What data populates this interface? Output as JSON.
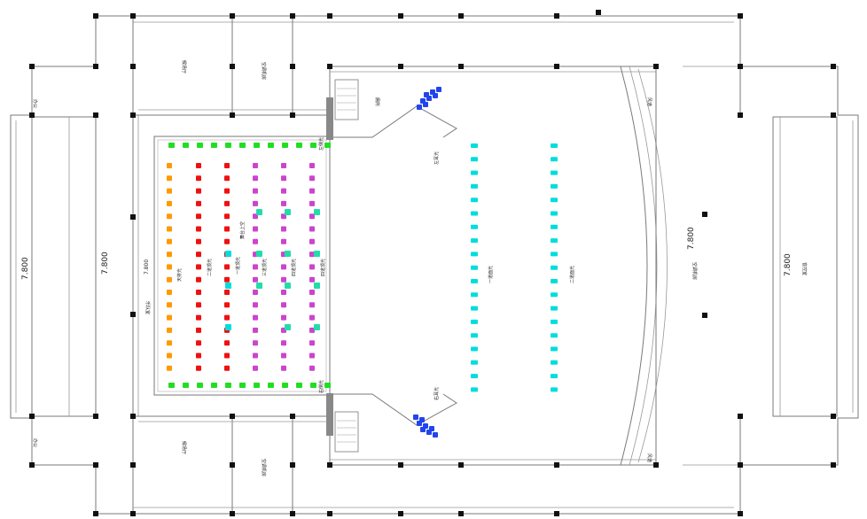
{
  "plan": {
    "labels": {
      "left_stage_light": "左侧光",
      "right_stage_light": "右侧光",
      "top_light": "天排光",
      "second_top_light": "二道顶光",
      "first_top_light": "一道顶光",
      "third_top_light": "三道顶光",
      "fourth_top_light": "四道顶光",
      "stage_top": "舞台上空",
      "left_ear_light": "左耳光",
      "right_ear_light": "右耳光",
      "first_face_light": "一道面光",
      "second_face_light": "二道面光",
      "hall_top": "候场厅",
      "hall_bottom": "候场厅",
      "ac_room_top": "空调机房",
      "ac_room_bottom": "空调机房",
      "ac_room_right": "空调机房",
      "band_room": "乐队室",
      "office_top": "办公",
      "office_bottom": "办公",
      "control_room": "音控室",
      "wind_box": "风道",
      "toilet": "厕所"
    },
    "dimensions": {
      "left_outer": "7.800",
      "left_inner": "7.800",
      "stage_mid": "7.800",
      "hall_center": "7.800",
      "right_wing": "7.800"
    },
    "colors": {
      "green_fixture": "#22dd22",
      "orange_fixture": "#ff9900",
      "red_fixture": "#ee1111",
      "magenta_fixture": "#cc44cc",
      "teal_fixture": "#22ddaa",
      "cyan_fixture": "#00dddd",
      "blue_fixture": "#2244ee",
      "wall": "#7a7a7a",
      "column": "#111111"
    },
    "fixture_groups": [
      {
        "name": "top-row-green",
        "color": "green_fixture",
        "count": 12
      },
      {
        "name": "bottom-row-green",
        "color": "green_fixture",
        "count": 12
      },
      {
        "name": "orange-column",
        "color": "orange_fixture",
        "count": 17
      },
      {
        "name": "red-column-1",
        "color": "red_fixture",
        "count": 17
      },
      {
        "name": "red-column-2",
        "color": "red_fixture",
        "count": 17
      },
      {
        "name": "magenta-column-1",
        "color": "magenta_fixture",
        "count": 17
      },
      {
        "name": "magenta-column-2",
        "color": "magenta_fixture",
        "count": 17
      },
      {
        "name": "magenta-column-3",
        "color": "magenta_fixture",
        "count": 17
      },
      {
        "name": "cyan-face-light-1",
        "color": "cyan_fixture",
        "count": 19
      },
      {
        "name": "cyan-face-light-2",
        "color": "cyan_fixture",
        "count": 19
      },
      {
        "name": "blue-ear-light-top",
        "color": "blue_fixture",
        "count": 8
      },
      {
        "name": "blue-ear-light-bottom",
        "color": "blue_fixture",
        "count": 8
      }
    ]
  }
}
